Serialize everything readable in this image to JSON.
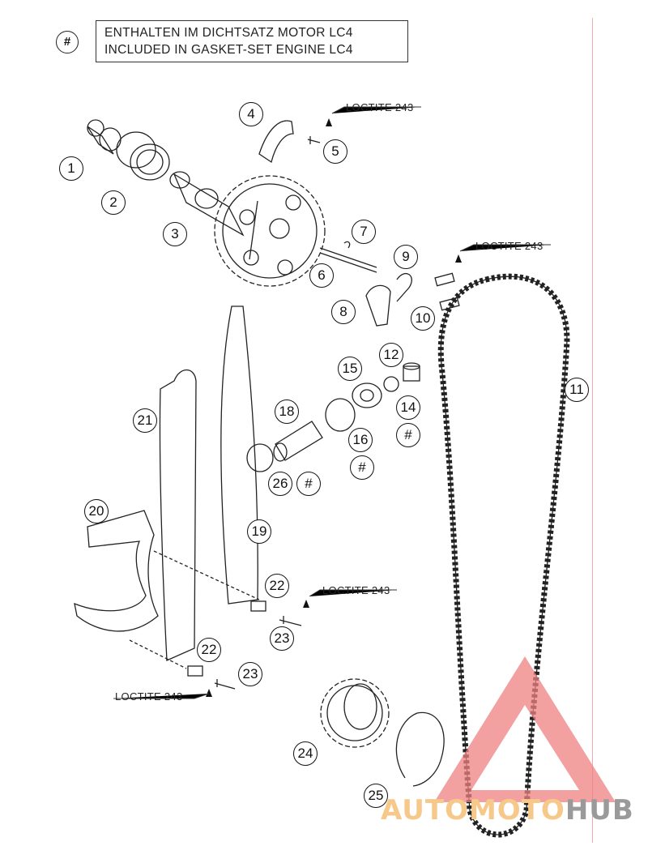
{
  "legend": {
    "symbol": "#",
    "line1": "ENTHALTEN IM DICHTSATZ MOTOR LC4",
    "line2": "INCLUDED IN GASKET-SET ENGINE LC4"
  },
  "loctite_label": "LOCTITE 243",
  "callouts": [
    "1",
    "2",
    "3",
    "4",
    "5",
    "6",
    "7",
    "8",
    "9",
    "10",
    "11",
    "12",
    "14",
    "15",
    "16",
    "18",
    "19",
    "20",
    "21",
    "22",
    "22",
    "23",
    "23",
    "24",
    "25",
    "26",
    "#",
    "#",
    "#"
  ],
  "watermark": {
    "part1": "AUTOMOTO",
    "part2": "HUB",
    "color_main": "#f6c98a",
    "color_sub": "#9a9a9a",
    "triangle_color": "#ef8080"
  }
}
